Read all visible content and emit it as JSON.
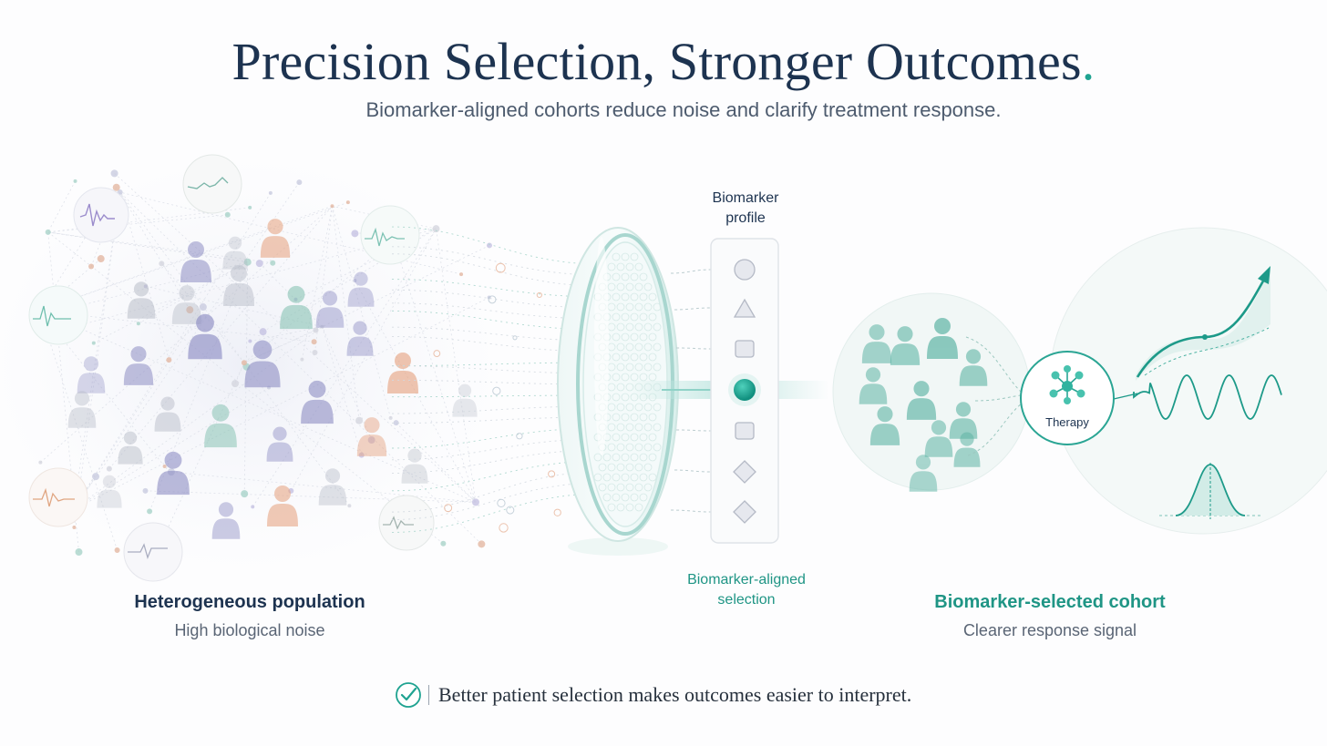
{
  "header": {
    "title": "Precision Selection, Stronger Outcomes",
    "title_dot": ".",
    "subtitle": "Biomarker-aligned cohorts reduce noise and clarify treatment response."
  },
  "population": {
    "label": "Heterogeneous population",
    "sublabel": "High biological noise"
  },
  "filter": {
    "profile_line1": "Biomarker",
    "profile_line2": "profile",
    "selection_line1": "Biomarker-aligned",
    "selection_line2": "selection",
    "markers": [
      "circle-icon",
      "triangle-icon",
      "square-icon",
      "selected-dot-icon",
      "square-icon",
      "diamond-icon",
      "diamond-icon"
    ]
  },
  "cohort": {
    "label": "Biomarker-selected cohort",
    "sublabel": "Clearer response signal",
    "therapy": "Therapy"
  },
  "footer": {
    "text": "Better patient selection makes outcomes easier to interpret."
  },
  "colors": {
    "navy": "#1d3350",
    "teal": "#1fa391",
    "purple": "#8e8ec4",
    "orange": "#e6a07c",
    "gray": "#b3b8c4"
  }
}
